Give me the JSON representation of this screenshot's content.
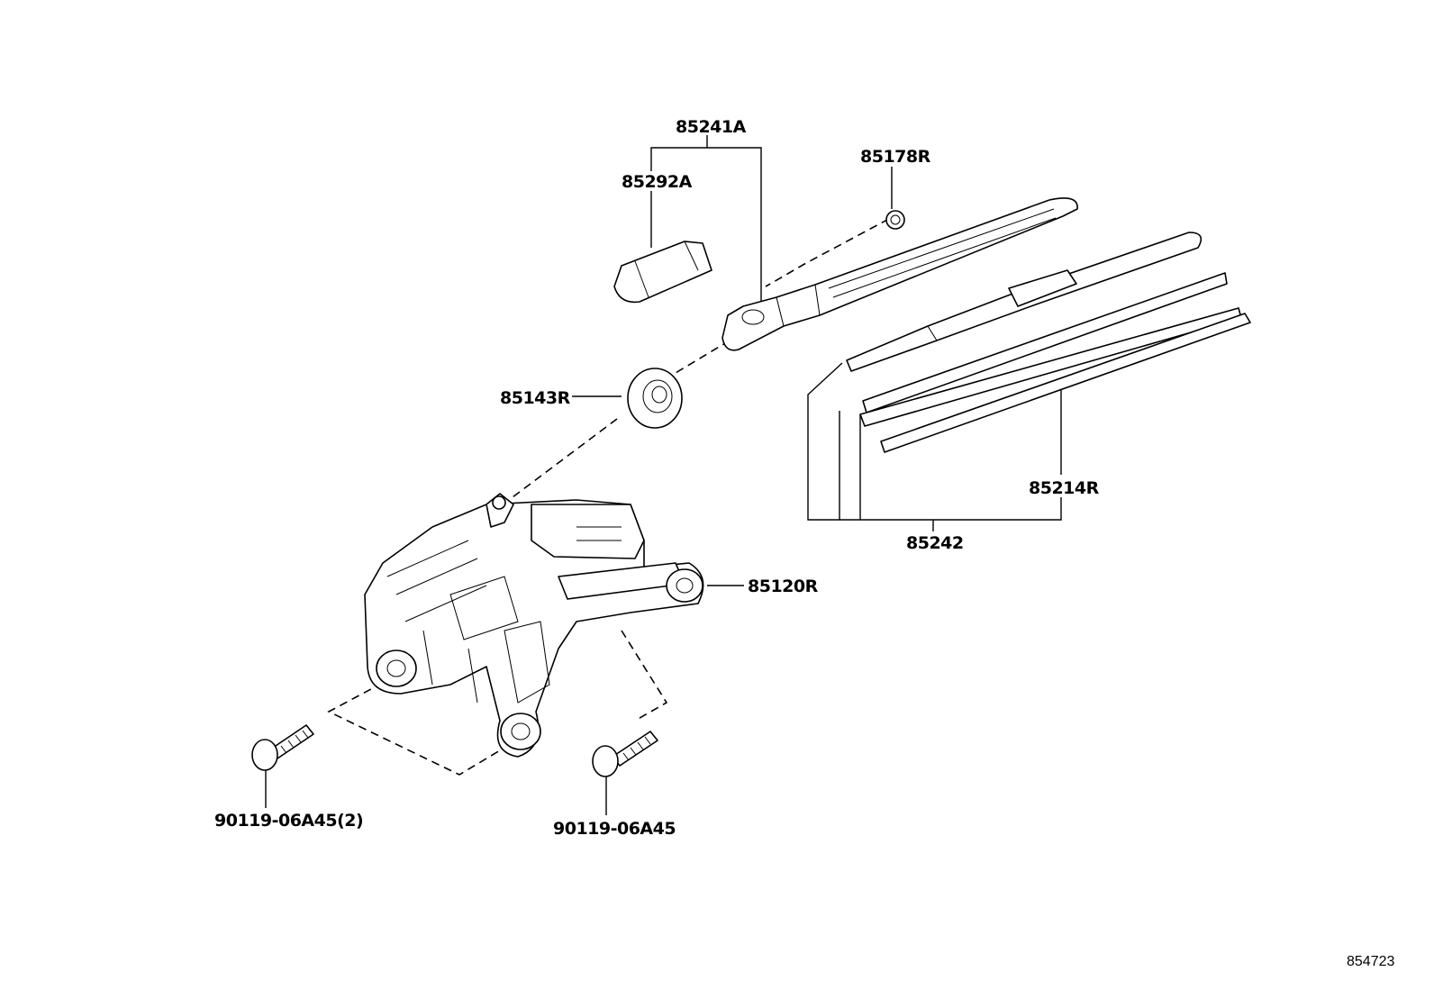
{
  "diagram": {
    "parts": [
      {
        "id": "85241A"
      },
      {
        "id": "85292A"
      },
      {
        "id": "85178R"
      },
      {
        "id": "85143R"
      },
      {
        "id": "85214R"
      },
      {
        "id": "85242"
      },
      {
        "id": "85120R"
      },
      {
        "id": "90119-06A45(2)"
      },
      {
        "id": "90119-06A45"
      }
    ],
    "figure_number": "854723"
  }
}
